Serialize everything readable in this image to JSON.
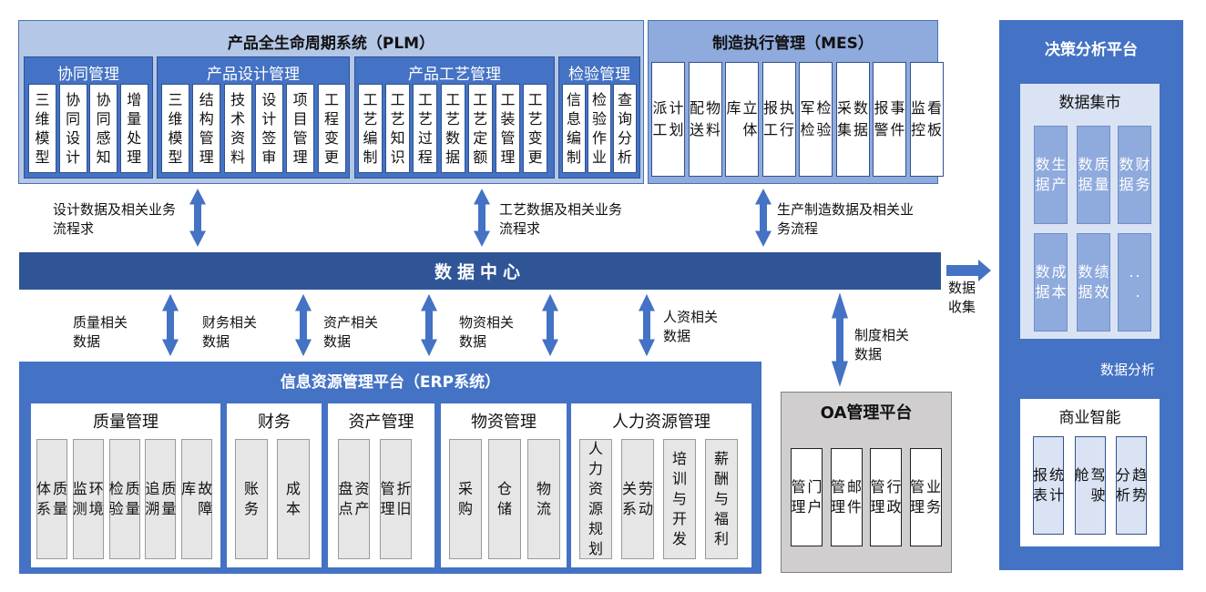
{
  "plm": {
    "title": "产品全生命周期系统（PLM）",
    "groups": [
      {
        "title": "协同管理",
        "items": [
          "三维模型",
          "协同设计",
          "协同感知",
          "增量处理"
        ]
      },
      {
        "title": "产品设计管理",
        "items": [
          "三维模型",
          "结构管理",
          "技术资料",
          "设计签审",
          "项目管理",
          "工程变更"
        ]
      },
      {
        "title": "产品工艺管理",
        "items": [
          "工艺编制",
          "工艺知识",
          "工艺过程",
          "工艺数据",
          "工艺定额",
          "工装管理",
          "工艺变更"
        ]
      },
      {
        "title": "检验管理",
        "items": [
          "信息编制",
          "检验作业",
          "查询分析"
        ]
      }
    ]
  },
  "mes": {
    "title": "制造执行管理（MES）",
    "items": [
      "计划派工",
      "物料配送",
      "立体库",
      "执行报工",
      "检验军检",
      "数据采集",
      "事件报警",
      "看板监控"
    ]
  },
  "flows_top": [
    "设计数据及相关业务流程求",
    "工艺数据及相关业务流程求",
    "生产制造数据及相关业务流程"
  ],
  "data_center": "数据中心",
  "flows_bottom": [
    "质量相关数据",
    "财务相关数据",
    "资产相关数据",
    "物资相关数据",
    "人资相关数据"
  ],
  "oa_flow": "制度相关数据",
  "collect_label": "数据收集",
  "erp": {
    "title": "信息资源管理平台（ERP系统）",
    "modules": [
      {
        "title": "质量管理",
        "items": [
          "质量体系",
          "环境监测",
          "质量检验",
          "质量追溯",
          "故障库"
        ]
      },
      {
        "title": "财务",
        "items": [
          "账务",
          "成本"
        ]
      },
      {
        "title": "资产管理",
        "items": [
          "资产盘点",
          "折旧管理"
        ]
      },
      {
        "title": "物资管理",
        "items": [
          "采购",
          "仓储",
          "物流"
        ]
      },
      {
        "title": "人力资源管理",
        "items": [
          "人力资源规划",
          "劳动关系",
          "培训与开发",
          "薪酬与福利"
        ]
      }
    ]
  },
  "oa": {
    "title": "OA管理平台",
    "items": [
      "门户管理",
      "邮件管理",
      "行政管理",
      "业务管理"
    ]
  },
  "bi": {
    "title": "决策分析平台",
    "mart_title": "数据集市",
    "mart_items": [
      "生产数据",
      "质量数据",
      "财务数据",
      "成本数据",
      "绩效数据",
      "..."
    ],
    "analysis_label": "数据分析",
    "bi_title": "商业智能",
    "bi_items": [
      "统计报表",
      "驾驶舱",
      "趋势分析"
    ]
  },
  "colors": {
    "primary": "#4472c4",
    "dark": "#2f5597",
    "light": "#b4c7e7",
    "mid": "#8faadc",
    "pale": "#dae3f3",
    "gray": "#d0cece"
  }
}
